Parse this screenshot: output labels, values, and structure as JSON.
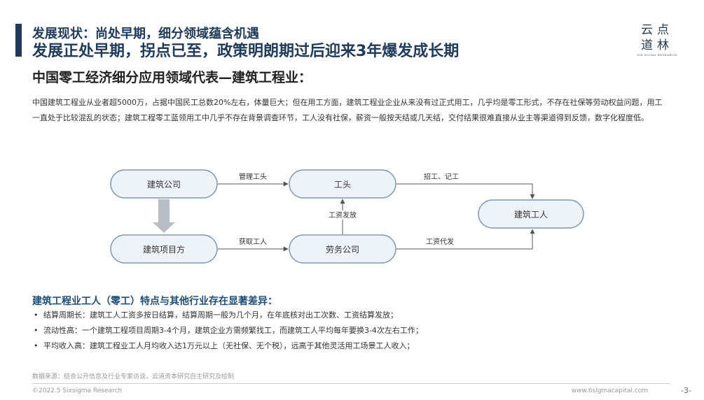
{
  "header": {
    "subtitle": "发展现状：尚处早期，细分领域蕴含机遇",
    "title": "发展正处早期，拐点已至，政策明朗期过后迎来3年爆发成长期"
  },
  "logo": {
    "line1": "云点",
    "line2": "道林",
    "sub": "SIX SIGMA RESEARCH"
  },
  "section_title": "中国零工经济细分应用领域代表—建筑工程业：",
  "intro": "中国建筑工程业从业者超5000万，占据中国民工总数20%左右，体量巨大；但在用工方面，建筑工程业企业从来没有过正式用工，几乎均是零工形式，不存在社保等劳动权益问题，用工一直处于比较混乱的状态；建筑工程零工蓝领用工中几乎不存在背景调查环节，工人没有社保，薪资一般按天结或几天结，交付结果很难直接从业主等渠道得到反馈，数字化程度低。",
  "flow": {
    "nodes": {
      "company": "建筑公司",
      "project": "建筑项目方",
      "foreman": "工头",
      "labor": "劳务公司",
      "worker": "建筑工人"
    },
    "edges": {
      "manage": "管理工头",
      "recruit": "获取工人",
      "pay": "工资发放",
      "hire": "招工、记工",
      "wage_agent": "工资代发"
    }
  },
  "diff_title": "建筑工程业工人（零工）特点与其他行业存在显著差异：",
  "bullets": [
    "结算周期长：建筑工人工资多按日结算，结算周期一般为几个月，在年底核对出工次数、工资结算发放；",
    "流动性高：一个建筑工程项目周期3-4个月，建筑企业方需频繁找工，而建筑工人平均每年要换3-4次左右工作；",
    "平均收入高：建筑工程业工人月均收入达1万元以上（无社保、无个税），远高于其他灵活用工场景工人收入；"
  ],
  "bullet_marker": "•",
  "source": "数据来源：结合公开信息及行业专家访谈，云道资本研究自主研究及绘制",
  "footer": {
    "copyright": "©2022.5 Sixsigma Research",
    "website": "www.6sigmacapital.com",
    "page": "-3-"
  },
  "colors": {
    "accent": "#1f3a5a",
    "node_fill": "#eef3f9",
    "node_stroke": "#7f97b5",
    "edge": "#555555",
    "down_arrow": "#b9bec6",
    "diff_title": "#1f4e79"
  }
}
